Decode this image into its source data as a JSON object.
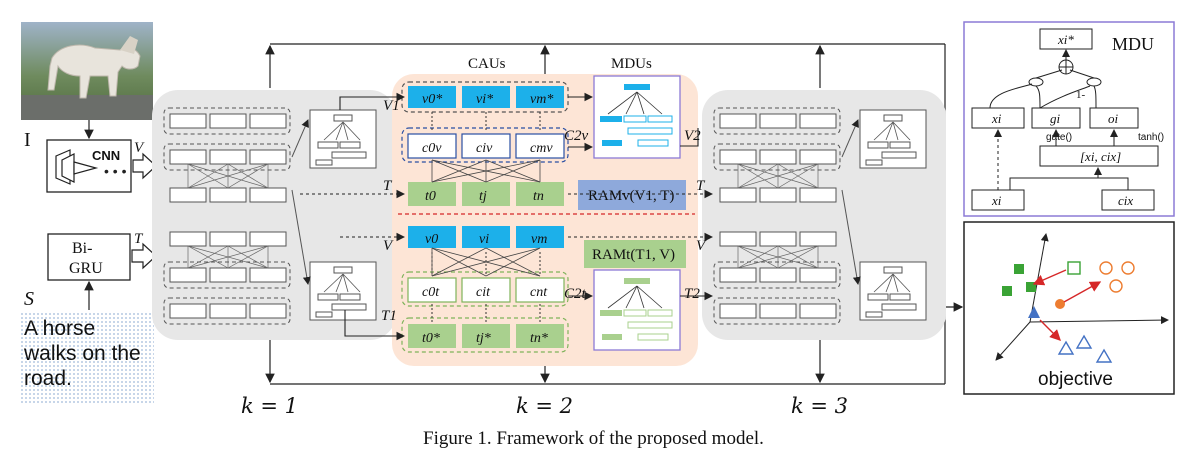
{
  "caption": "Figure 1. Framework of the proposed model.",
  "inputs": {
    "image_label": "I",
    "sentence_label": "S",
    "sentence_text": "A horse walks on the road.",
    "cnn_label": "CNN",
    "gru_label_1": "Bi-",
    "gru_label_2": "GRU",
    "v_label": "V",
    "t_label": "T"
  },
  "stages": {
    "k1": "k = 1",
    "k2": "k = 2",
    "k3": "k = 3"
  },
  "middle": {
    "caus_label": "CAUs",
    "mdus_label": "MDUs",
    "v1_label": "V1",
    "v2_label": "V2",
    "t1_label": "T1",
    "t2_label": "T2",
    "c2v_label": "C2v",
    "c2t_label": "C2t",
    "ram_v": "RAMv(V1, T)",
    "ram_t": "RAMt(T1, V)",
    "top_row_cells": [
      "v0*",
      "vi*",
      "vm*"
    ],
    "c_row_cells": [
      "c0v",
      "civ",
      "cmv"
    ],
    "t_row_cells": [
      "t0",
      "tj",
      "tn"
    ],
    "v_row_cells": [
      "v0",
      "vi",
      "vm"
    ],
    "ct_row_cells": [
      "c0t",
      "cit",
      "cnt"
    ],
    "tstar_row_cells": [
      "t0*",
      "tj*",
      "tn*"
    ]
  },
  "mdu_panel": {
    "title": "MDU",
    "out": "xi*",
    "xi": "xi",
    "gi": "gi",
    "oi": "oi",
    "concat": "[xi, cix]",
    "cix": "cix",
    "gate": "gate()",
    "tanh": "tanh()",
    "one_minus": "1-"
  },
  "objective_panel": {
    "label": "objective"
  },
  "colors": {
    "blue": "#1cb0ea",
    "green": "#a9d08e",
    "peach": "#fde5d6",
    "gray_bg": "#e7e7e7",
    "ram_v_bg": "#8ea9db",
    "ram_t_bg": "#a9d08e",
    "mdu_border": "#8c7ad6",
    "orange": "#ed7d31",
    "obj_green": "#3aa335",
    "obj_blue": "#4472c4"
  }
}
